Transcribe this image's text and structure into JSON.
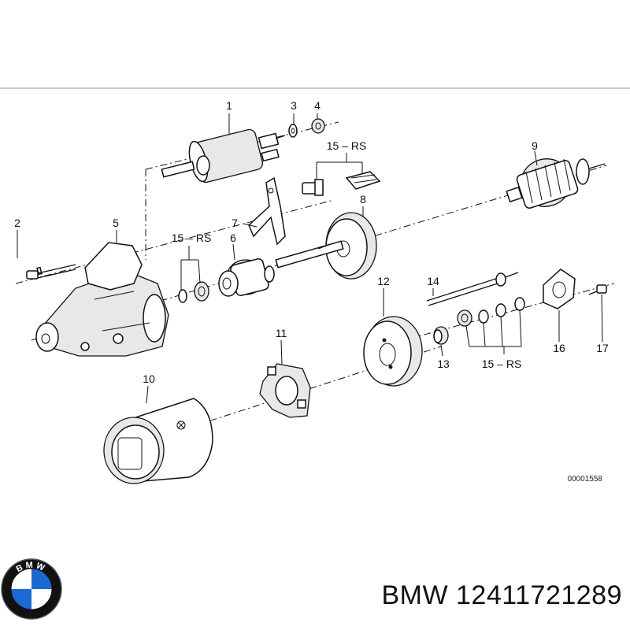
{
  "diagram": {
    "labels": {
      "l1": "1",
      "l2": "2",
      "l3": "3",
      "l4": "4",
      "l5": "5",
      "l6": "6",
      "l7": "7",
      "l8": "8",
      "l9": "9",
      "l10": "10",
      "l11": "11",
      "l12": "12",
      "l13": "13",
      "l14": "14",
      "l15a": "15 – RS",
      "l15b": "15 – RS",
      "l15c": "15 – RS",
      "l16": "16",
      "l17": "17"
    },
    "reference_number": "00001558"
  },
  "brand": {
    "logo_text": "BMW",
    "logo_colors": {
      "blue": "#1c69d4",
      "white": "#ffffff",
      "ring": "#111111"
    }
  },
  "footer": {
    "title": "BMW 12411721289"
  }
}
